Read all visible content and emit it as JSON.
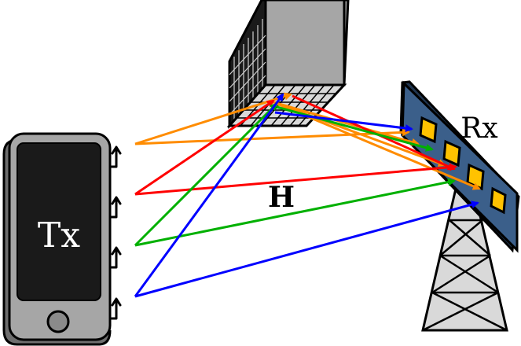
{
  "labels": {
    "transmitter": "Tx",
    "receiver": "Rx",
    "channel": "H"
  },
  "colors": {
    "arrow_1": "#ff8c00",
    "arrow_2": "#ff0000",
    "arrow_3": "#00b000",
    "arrow_4": "#0000ff",
    "phone_body": "#a6a6a6",
    "phone_screen": "#1a1a1a",
    "ris_face": "#a6a6a6",
    "rx_panel": "#3b5f8a",
    "rx_element": "#ffc200",
    "tower": "#d9d9d9"
  },
  "icons": {
    "transmitter": "smartphone-icon",
    "ris": "ris-surface-icon",
    "receiver": "antenna-tower-icon",
    "tx_antenna": "antenna-icon"
  }
}
